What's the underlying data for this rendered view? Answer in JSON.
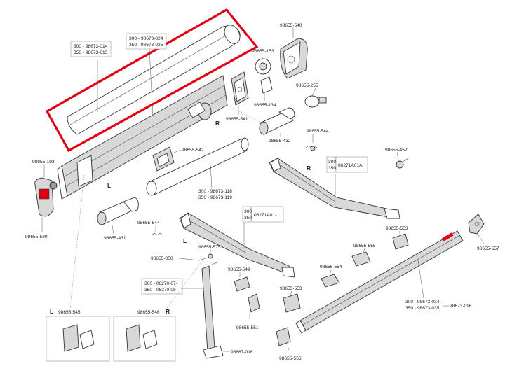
{
  "highlight_color": "#e3000f",
  "labels": {
    "cover_ref_a": "300 - 98673-014",
    "cover_ref_b": "350 - 98673-015",
    "profile_ref_a": "300 - 98673-024",
    "profile_ref_b": "350 - 98673-025",
    "p540": "98655-540",
    "p153": "98655-153",
    "p134": "98655-134",
    "p255": "98655-255",
    "p541": "98655-541",
    "p432": "98655-432",
    "p544_top": "98655-544",
    "p542": "98655-542",
    "p452": "98655-452",
    "p193": "98655-193",
    "p539": "98655-539",
    "arm_r_a": "300",
    "arm_r_b": "350",
    "arm_r_ref": "06271A01A",
    "roller_ref_a": "300 - 98673-118",
    "roller_ref_b": "350 - 98673-119",
    "p431": "98655-431",
    "p544_mid": "98655-544",
    "arm_l_a": "300",
    "arm_l_b": "350",
    "arm_l_ref": "06271A01-",
    "p553_right": "98655-553",
    "p557": "98655-557",
    "p555": "98655-555",
    "p575": "98655-575",
    "p050": "98655-050",
    "p549": "98655-549",
    "p554": "98655-554",
    "leg_ref_a": "300 - 06270-07-",
    "leg_ref_b": "350 - 06270-08-",
    "p553_low": "98655-553",
    "front_ref_a": "300 - 98673-034",
    "front_ref_b": "350 - 98673-035",
    "p096": "98673-096",
    "p551": "98655-551",
    "p556": "98655-556",
    "p016": "98667-016",
    "kit_l_side": "L",
    "kit_l_ref": "98655-545",
    "kit_r_ref": "98655-546",
    "kit_r_side": "R",
    "side_r_top": "R",
    "side_l_case": "L",
    "side_r_arm": "R",
    "side_l_arm": "L"
  }
}
